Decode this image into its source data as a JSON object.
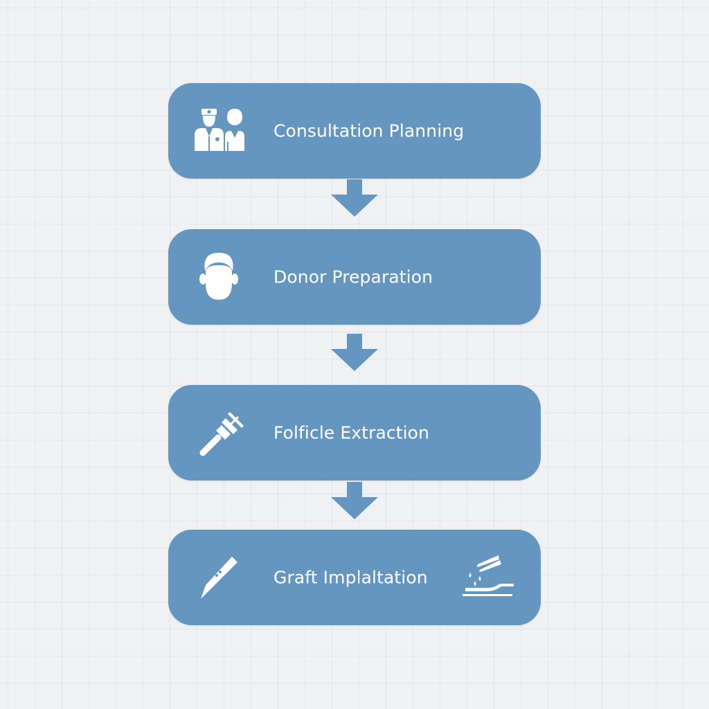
{
  "colors": {
    "background": "#f0f1f3",
    "step_fill": "#6596c0",
    "arrow_fill": "#6596c0",
    "icon_fill": "#ffffff"
  },
  "steps": [
    {
      "label": "Consultation Planning",
      "icon": "doctor-patient-icon"
    },
    {
      "label": "Donor Preparation",
      "icon": "head-icon"
    },
    {
      "label": "Folficle Extraction",
      "icon": "extraction-tool-icon"
    },
    {
      "label": "Graft Implaltation",
      "icon": "scalpel-icon",
      "secondary_icon": "forceps-implant-icon"
    }
  ]
}
